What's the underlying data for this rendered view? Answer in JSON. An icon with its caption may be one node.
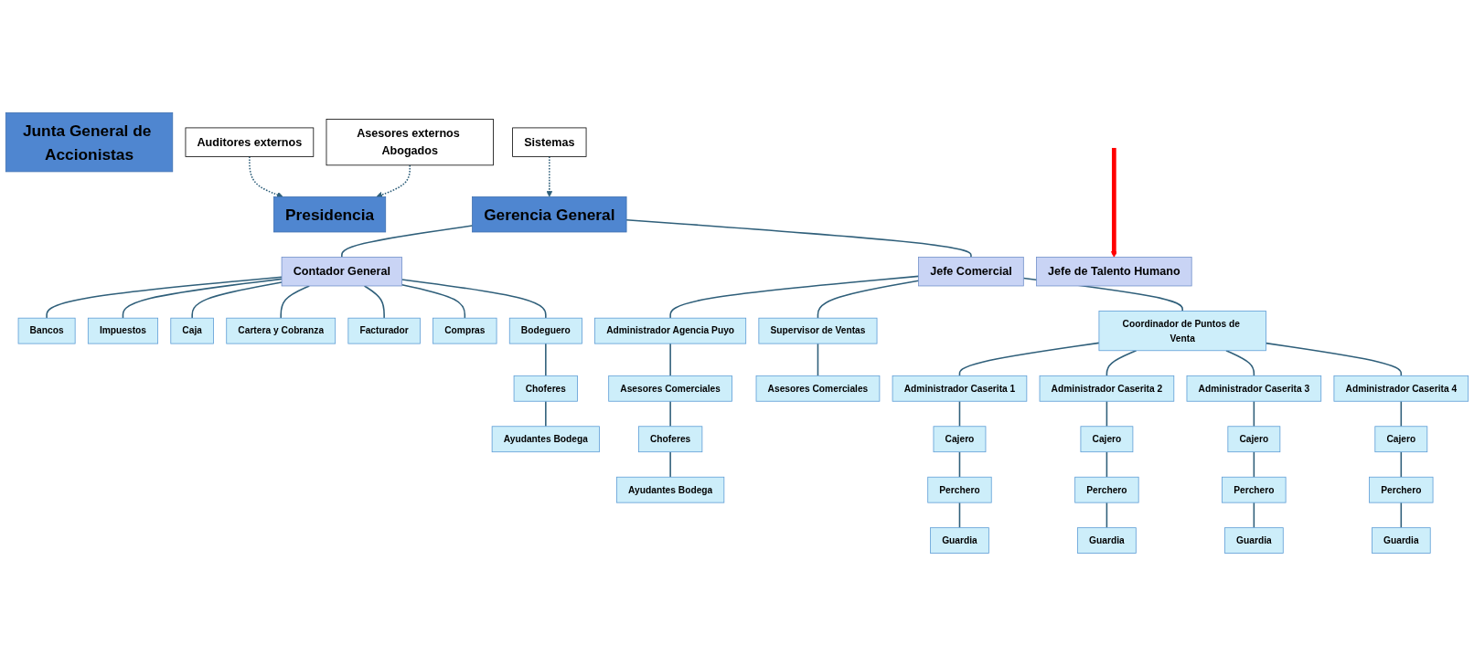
{
  "diagram": {
    "nodes": [
      {
        "text": [
          "Junta General de Accionistas"
        ]
      },
      {
        "text": [
          "Presidencia"
        ]
      },
      {
        "text": [
          "Gerencia General"
        ]
      },
      {
        "text": [
          "Auditores externos"
        ]
      },
      {
        "text": [
          "Asesores externos Abogados"
        ]
      },
      {
        "text": [
          "Sistemas"
        ]
      },
      {
        "text": [
          "Contador General"
        ]
      },
      {
        "text": [
          "Jefe de Talento Humano"
        ]
      },
      {
        "text": [
          "Jefe Comercial"
        ]
      },
      {
        "text": [
          "Bancos"
        ]
      },
      {
        "text": [
          "Impuestos"
        ]
      },
      {
        "text": [
          "Caja"
        ]
      },
      {
        "text": [
          "Cartera y Cobranza"
        ]
      },
      {
        "text": [
          "Facturador"
        ]
      },
      {
        "text": [
          "Compras"
        ]
      },
      {
        "text": [
          "Bodeguero"
        ]
      },
      {
        "text": [
          "Choferes"
        ]
      },
      {
        "text": [
          "Ayudantes Bodega"
        ]
      },
      {
        "text": [
          "Administrador Agencia Puyo"
        ]
      },
      {
        "text": [
          "Supervisor de Ventas"
        ]
      },
      {
        "text": [
          "Coordinador de Puntos de Venta"
        ]
      },
      {
        "text": [
          "Asesores Comerciales"
        ]
      },
      {
        "text": [
          "Choferes"
        ]
      },
      {
        "text": [
          "Ayudantes Bodega"
        ]
      },
      {
        "text": [
          "Asesores Comerciales"
        ]
      },
      {
        "text": [
          "Administrador Caserita 1"
        ]
      },
      {
        "text": [
          "Administrador Caserita 2"
        ]
      },
      {
        "text": [
          "Administrador Caserita 3"
        ]
      },
      {
        "text": [
          "Administrador Caserita 4"
        ]
      },
      {
        "text": [
          "Cajero"
        ]
      },
      {
        "text": [
          "Cajero"
        ]
      },
      {
        "text": [
          "Cajero"
        ]
      },
      {
        "text": [
          "Cajero"
        ]
      },
      {
        "text": [
          "Perchero"
        ]
      },
      {
        "text": [
          "Perchero"
        ]
      },
      {
        "text": [
          "Perchero"
        ]
      },
      {
        "text": [
          "Perchero"
        ]
      },
      {
        "text": [
          "Guardia"
        ]
      },
      {
        "text": [
          "Guardia"
        ]
      },
      {
        "text": [
          "Guardia"
        ]
      },
      {
        "text": [
          "Guardia"
        ]
      }
    ],
    "edges": [
      {
        "from": 3,
        "to": 1,
        "arrow": "to",
        "style": "dashed"
      },
      {
        "from": 4,
        "to": 1,
        "arrow": "to",
        "style": "dashed"
      },
      {
        "from": 5,
        "to": 2,
        "arrow": "to",
        "style": "dashed"
      },
      {
        "from": 2,
        "to": 6,
        "arrow": "none"
      },
      {
        "from": 2,
        "to": 8,
        "arrow": "none"
      },
      {
        "from": null,
        "to": 7,
        "arrow": "to",
        "style": "thick",
        "color": "#ff0000"
      },
      {
        "from": 6,
        "to": 9,
        "arrow": "none"
      },
      {
        "from": 6,
        "to": 10,
        "arrow": "none"
      },
      {
        "from": 6,
        "to": 11,
        "arrow": "none"
      },
      {
        "from": 6,
        "to": 12,
        "arrow": "none"
      },
      {
        "from": 6,
        "to": 13,
        "arrow": "none"
      },
      {
        "from": 6,
        "to": 14,
        "arrow": "none"
      },
      {
        "from": 6,
        "to": 15,
        "arrow": "none"
      },
      {
        "from": 15,
        "to": 16,
        "arrow": "none"
      },
      {
        "from": 16,
        "to": 17,
        "arrow": "none"
      },
      {
        "from": 8,
        "to": 18,
        "arrow": "none"
      },
      {
        "from": 8,
        "to": 19,
        "arrow": "none"
      },
      {
        "from": 8,
        "to": 20,
        "arrow": "none"
      },
      {
        "from": 18,
        "to": 21,
        "arrow": "none"
      },
      {
        "from": 21,
        "to": 22,
        "arrow": "none"
      },
      {
        "from": 22,
        "to": 23,
        "arrow": "none"
      },
      {
        "from": 19,
        "to": 24,
        "arrow": "none"
      },
      {
        "from": 20,
        "to": 25,
        "arrow": "none"
      },
      {
        "from": 20,
        "to": 26,
        "arrow": "none"
      },
      {
        "from": 20,
        "to": 27,
        "arrow": "none"
      },
      {
        "from": 20,
        "to": 28,
        "arrow": "none"
      },
      {
        "from": 25,
        "to": 29,
        "arrow": "none"
      },
      {
        "from": 26,
        "to": 30,
        "arrow": "none"
      },
      {
        "from": 27,
        "to": 31,
        "arrow": "none"
      },
      {
        "from": 28,
        "to": 32,
        "arrow": "none"
      },
      {
        "from": 29,
        "to": 33,
        "arrow": "none"
      },
      {
        "from": 30,
        "to": 34,
        "arrow": "none"
      },
      {
        "from": 31,
        "to": 35,
        "arrow": "none"
      },
      {
        "from": 32,
        "to": 36,
        "arrow": "none"
      },
      {
        "from": 33,
        "to": 37,
        "arrow": "none"
      },
      {
        "from": 34,
        "to": 38,
        "arrow": "none"
      },
      {
        "from": 35,
        "to": 39,
        "arrow": "none"
      },
      {
        "from": 36,
        "to": 40,
        "arrow": "none"
      }
    ]
  }
}
